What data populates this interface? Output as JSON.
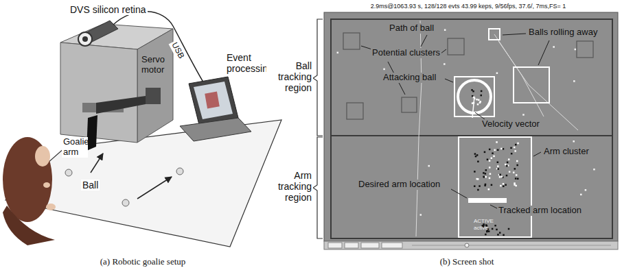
{
  "diagram": {
    "labels": [
      "DVS silicon retina",
      "USB",
      "Servo motor",
      "Event processing",
      "Goalie arm",
      "Ball",
      "(a) Robotic goalie setup",
      "2.9ms@1063.93 s, 128/128 evts 43.99 keps, 9/56fps, 37.6/, 7ms,FS= 1",
      "Ball tracking region",
      "Arm tracking region",
      "Path of ball",
      "Balls rolling away",
      "Potential clusters",
      "Attacking ball",
      "Velocity vector",
      "Arm cluster",
      "Desired arm location",
      "Tracked arm location",
      "ACTIVE",
      "active",
      "(b) Screen shot"
    ]
  }
}
